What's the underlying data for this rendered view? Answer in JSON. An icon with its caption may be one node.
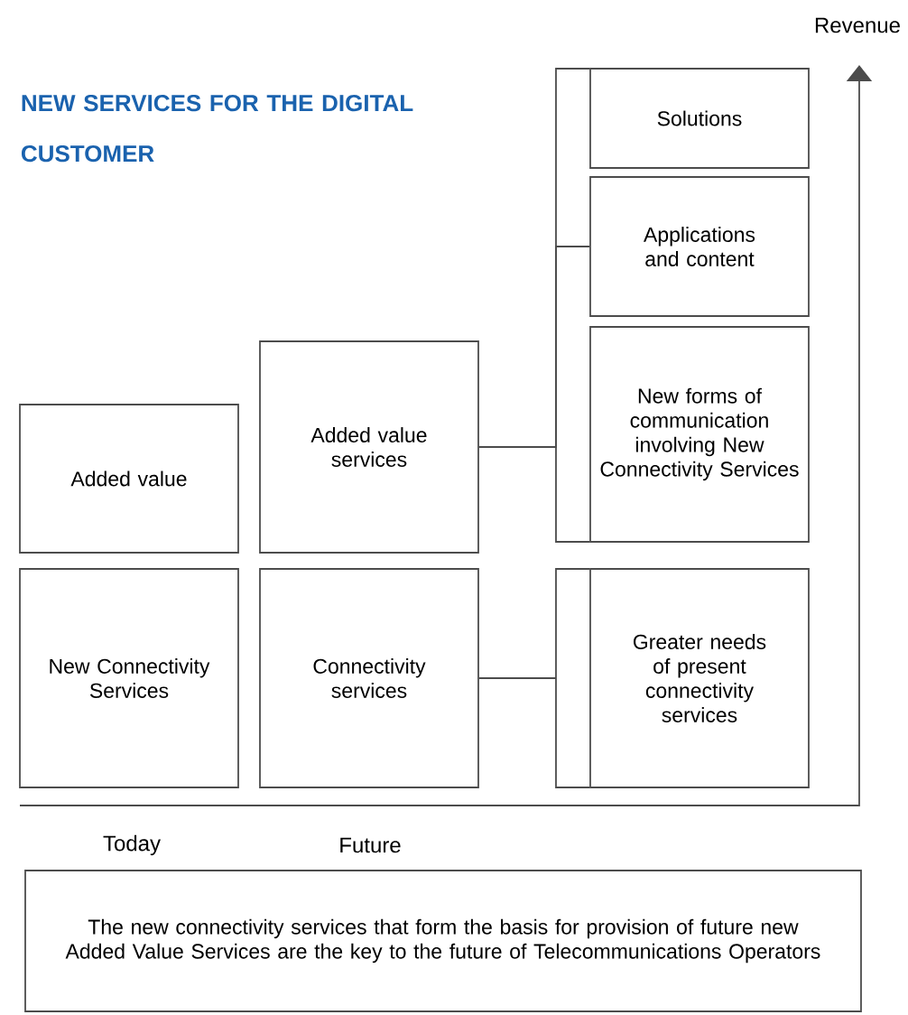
{
  "diagram": {
    "title": "NEW SERVICES FOR THE DIGITAL CUSTOMER",
    "nodes": [
      {
        "text": [
          "Added value"
        ]
      },
      {
        "text": [
          "Added value services"
        ]
      },
      {
        "text": [
          "Solutions"
        ]
      },
      {
        "text": [
          "Applications and content"
        ]
      },
      {
        "text": [
          "New forms of communication involving New Connectivity Services"
        ]
      },
      {
        "text": [
          "New Connectivity Services"
        ]
      },
      {
        "text": [
          "Connectivity services"
        ]
      },
      {
        "text": [
          "Greater needs of present connectivity services"
        ]
      },
      {
        "text": [
          "The new connectivity services that form the basis for provision of future new Added Value Services are the key to the future of Telecommunications Operators"
        ]
      }
    ],
    "edges": [
      {
        "from": 1,
        "to": 2,
        "arrow": "none"
      },
      {
        "from": 1,
        "to": 3,
        "arrow": "none"
      },
      {
        "from": 1,
        "to": 4,
        "arrow": "none"
      },
      {
        "from": 6,
        "to": 7,
        "arrow": "none"
      }
    ],
    "labels": [
      "Revenue",
      "Today",
      "Future"
    ]
  }
}
